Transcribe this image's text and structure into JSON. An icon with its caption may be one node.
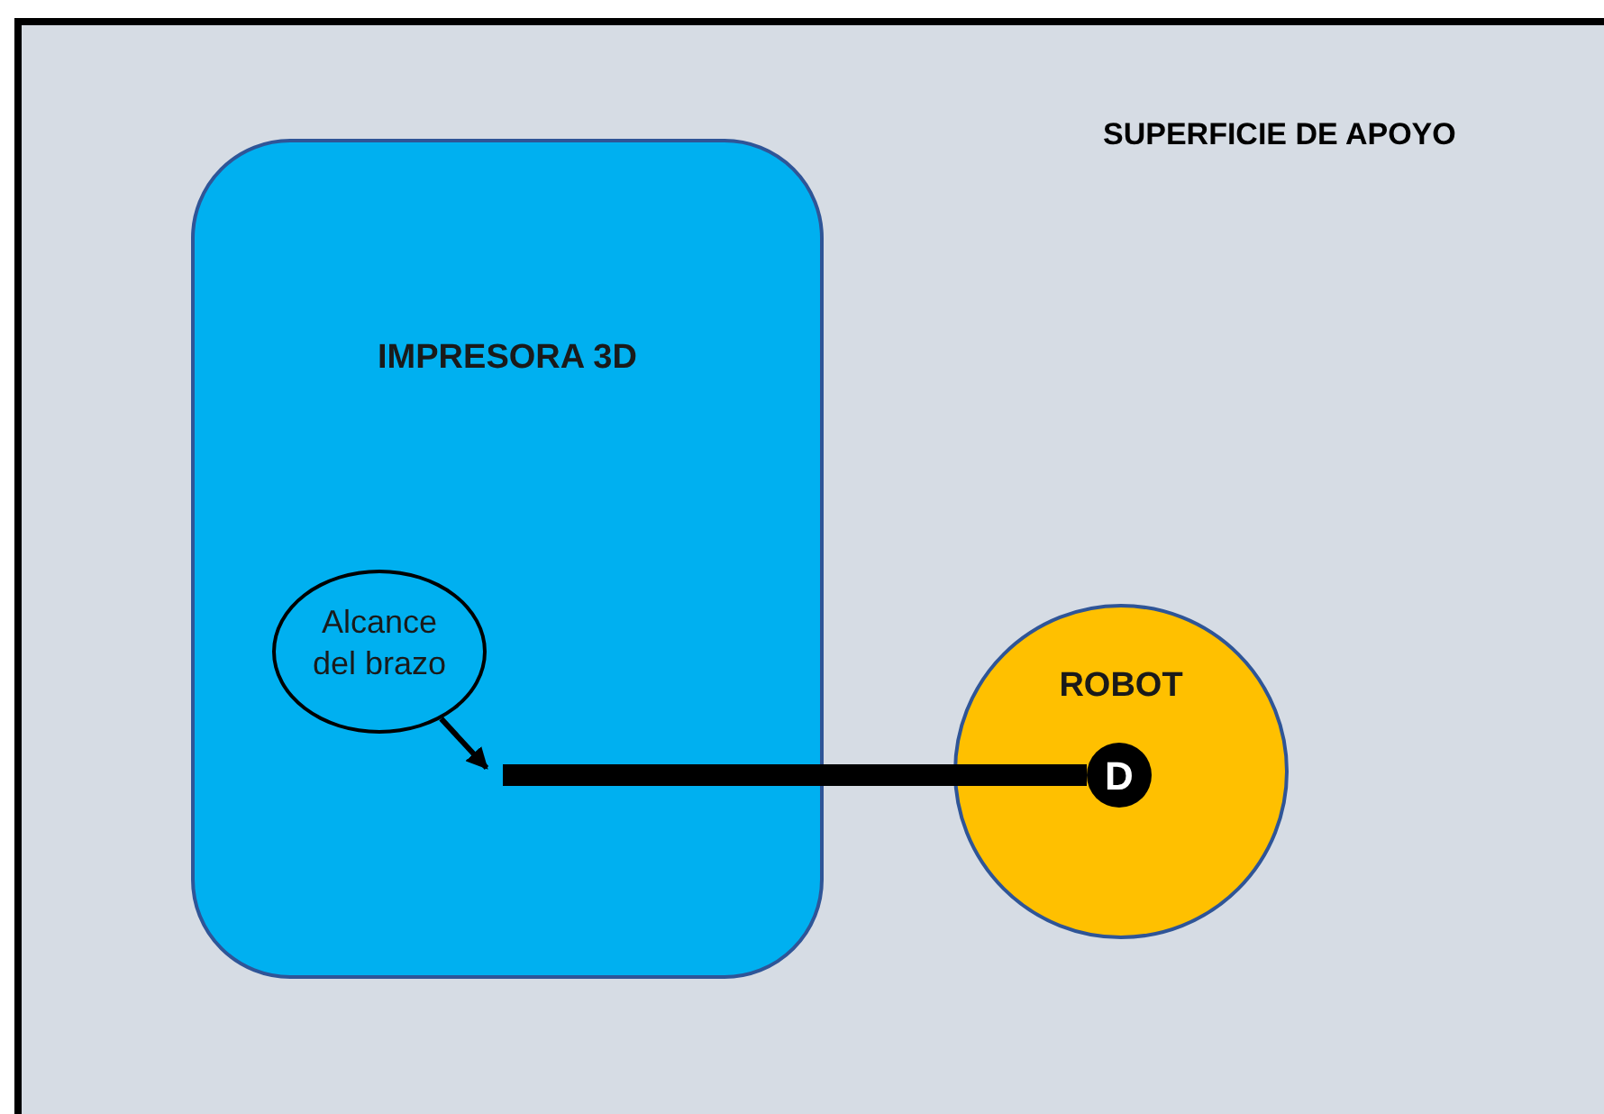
{
  "diagram": {
    "nodes": [
      {
        "text": [
          "SUPERFICIE DE APOYO"
        ]
      },
      {
        "text": [
          "IMPRESORA 3D"
        ],
        "in": 0
      },
      {
        "text": [
          "Alcance del brazo"
        ],
        "in": 1
      },
      {
        "text": [
          "ROBOT"
        ],
        "in": 0
      },
      {
        "text": [
          "D"
        ],
        "in": 3
      }
    ],
    "edges": [
      {
        "from": 4,
        "to": null,
        "arrow": "none",
        "style": "thick"
      },
      {
        "from": 2,
        "to": null,
        "arrow": "to"
      }
    ]
  }
}
